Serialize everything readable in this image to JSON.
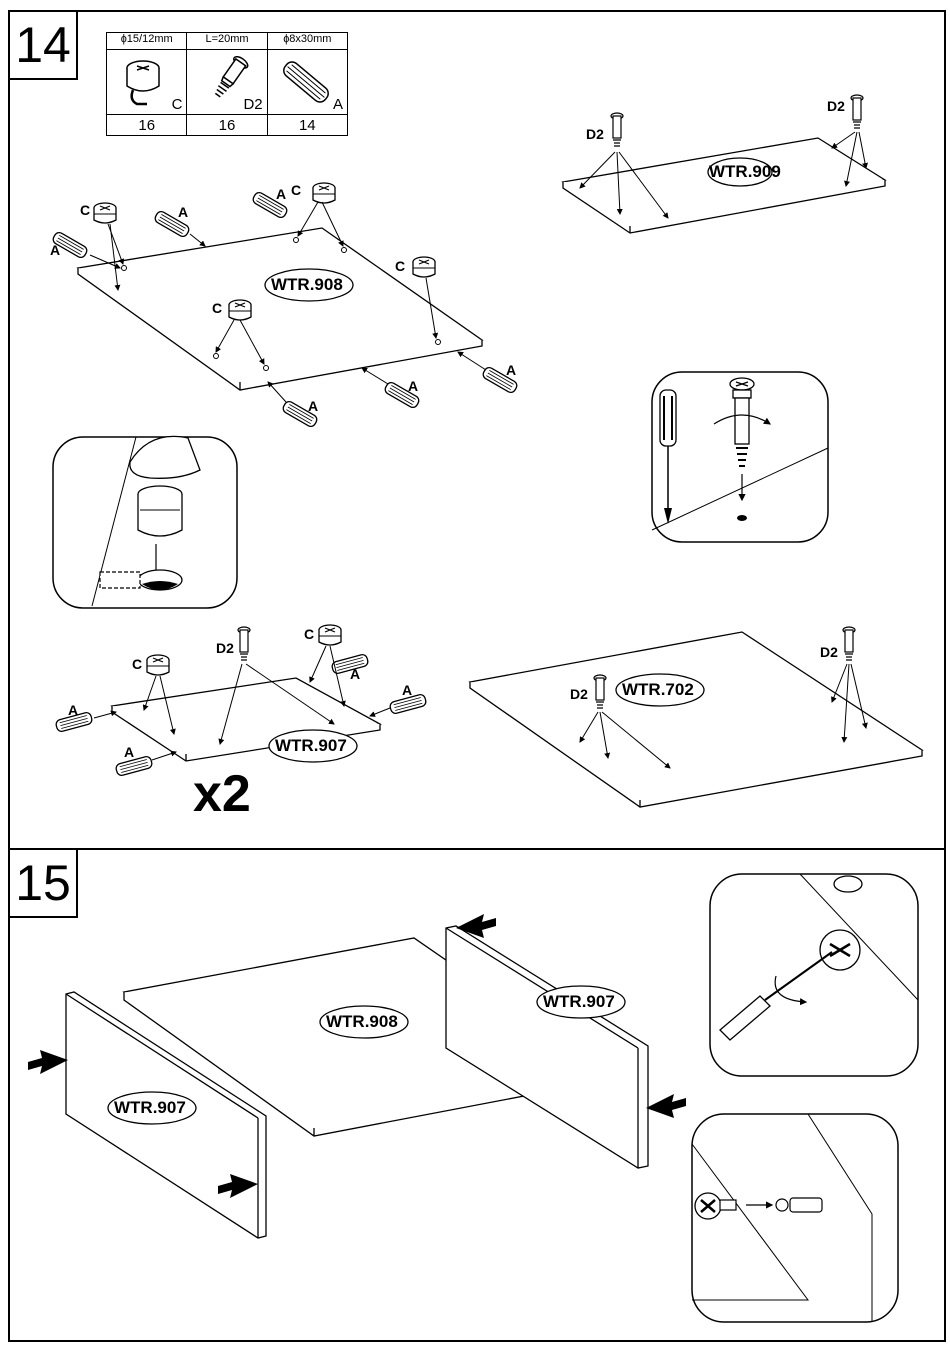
{
  "step14": {
    "number": "14",
    "hardware": [
      {
        "dim": "ɸ15/12mm",
        "code": "C",
        "qty": "16",
        "icon": "cam-lock-icon"
      },
      {
        "dim": "L=20mm",
        "code": "D2",
        "qty": "16",
        "icon": "cam-bolt-icon"
      },
      {
        "dim": "ɸ8x30mm",
        "code": "A",
        "qty": "14",
        "icon": "wooden-dowel-icon"
      }
    ],
    "panels": {
      "wtr908": "WTR.908",
      "wtr909": "WTR.909",
      "wtr907": "WTR.907",
      "wtr702": "WTR.702"
    },
    "labels": {
      "cam": "C",
      "dowel": "A",
      "bolt": "D2"
    },
    "multiplier": "x2"
  },
  "step15": {
    "number": "15",
    "panels": {
      "center": "WTR.908",
      "right": "WTR.907",
      "left": "WTR.907"
    }
  }
}
